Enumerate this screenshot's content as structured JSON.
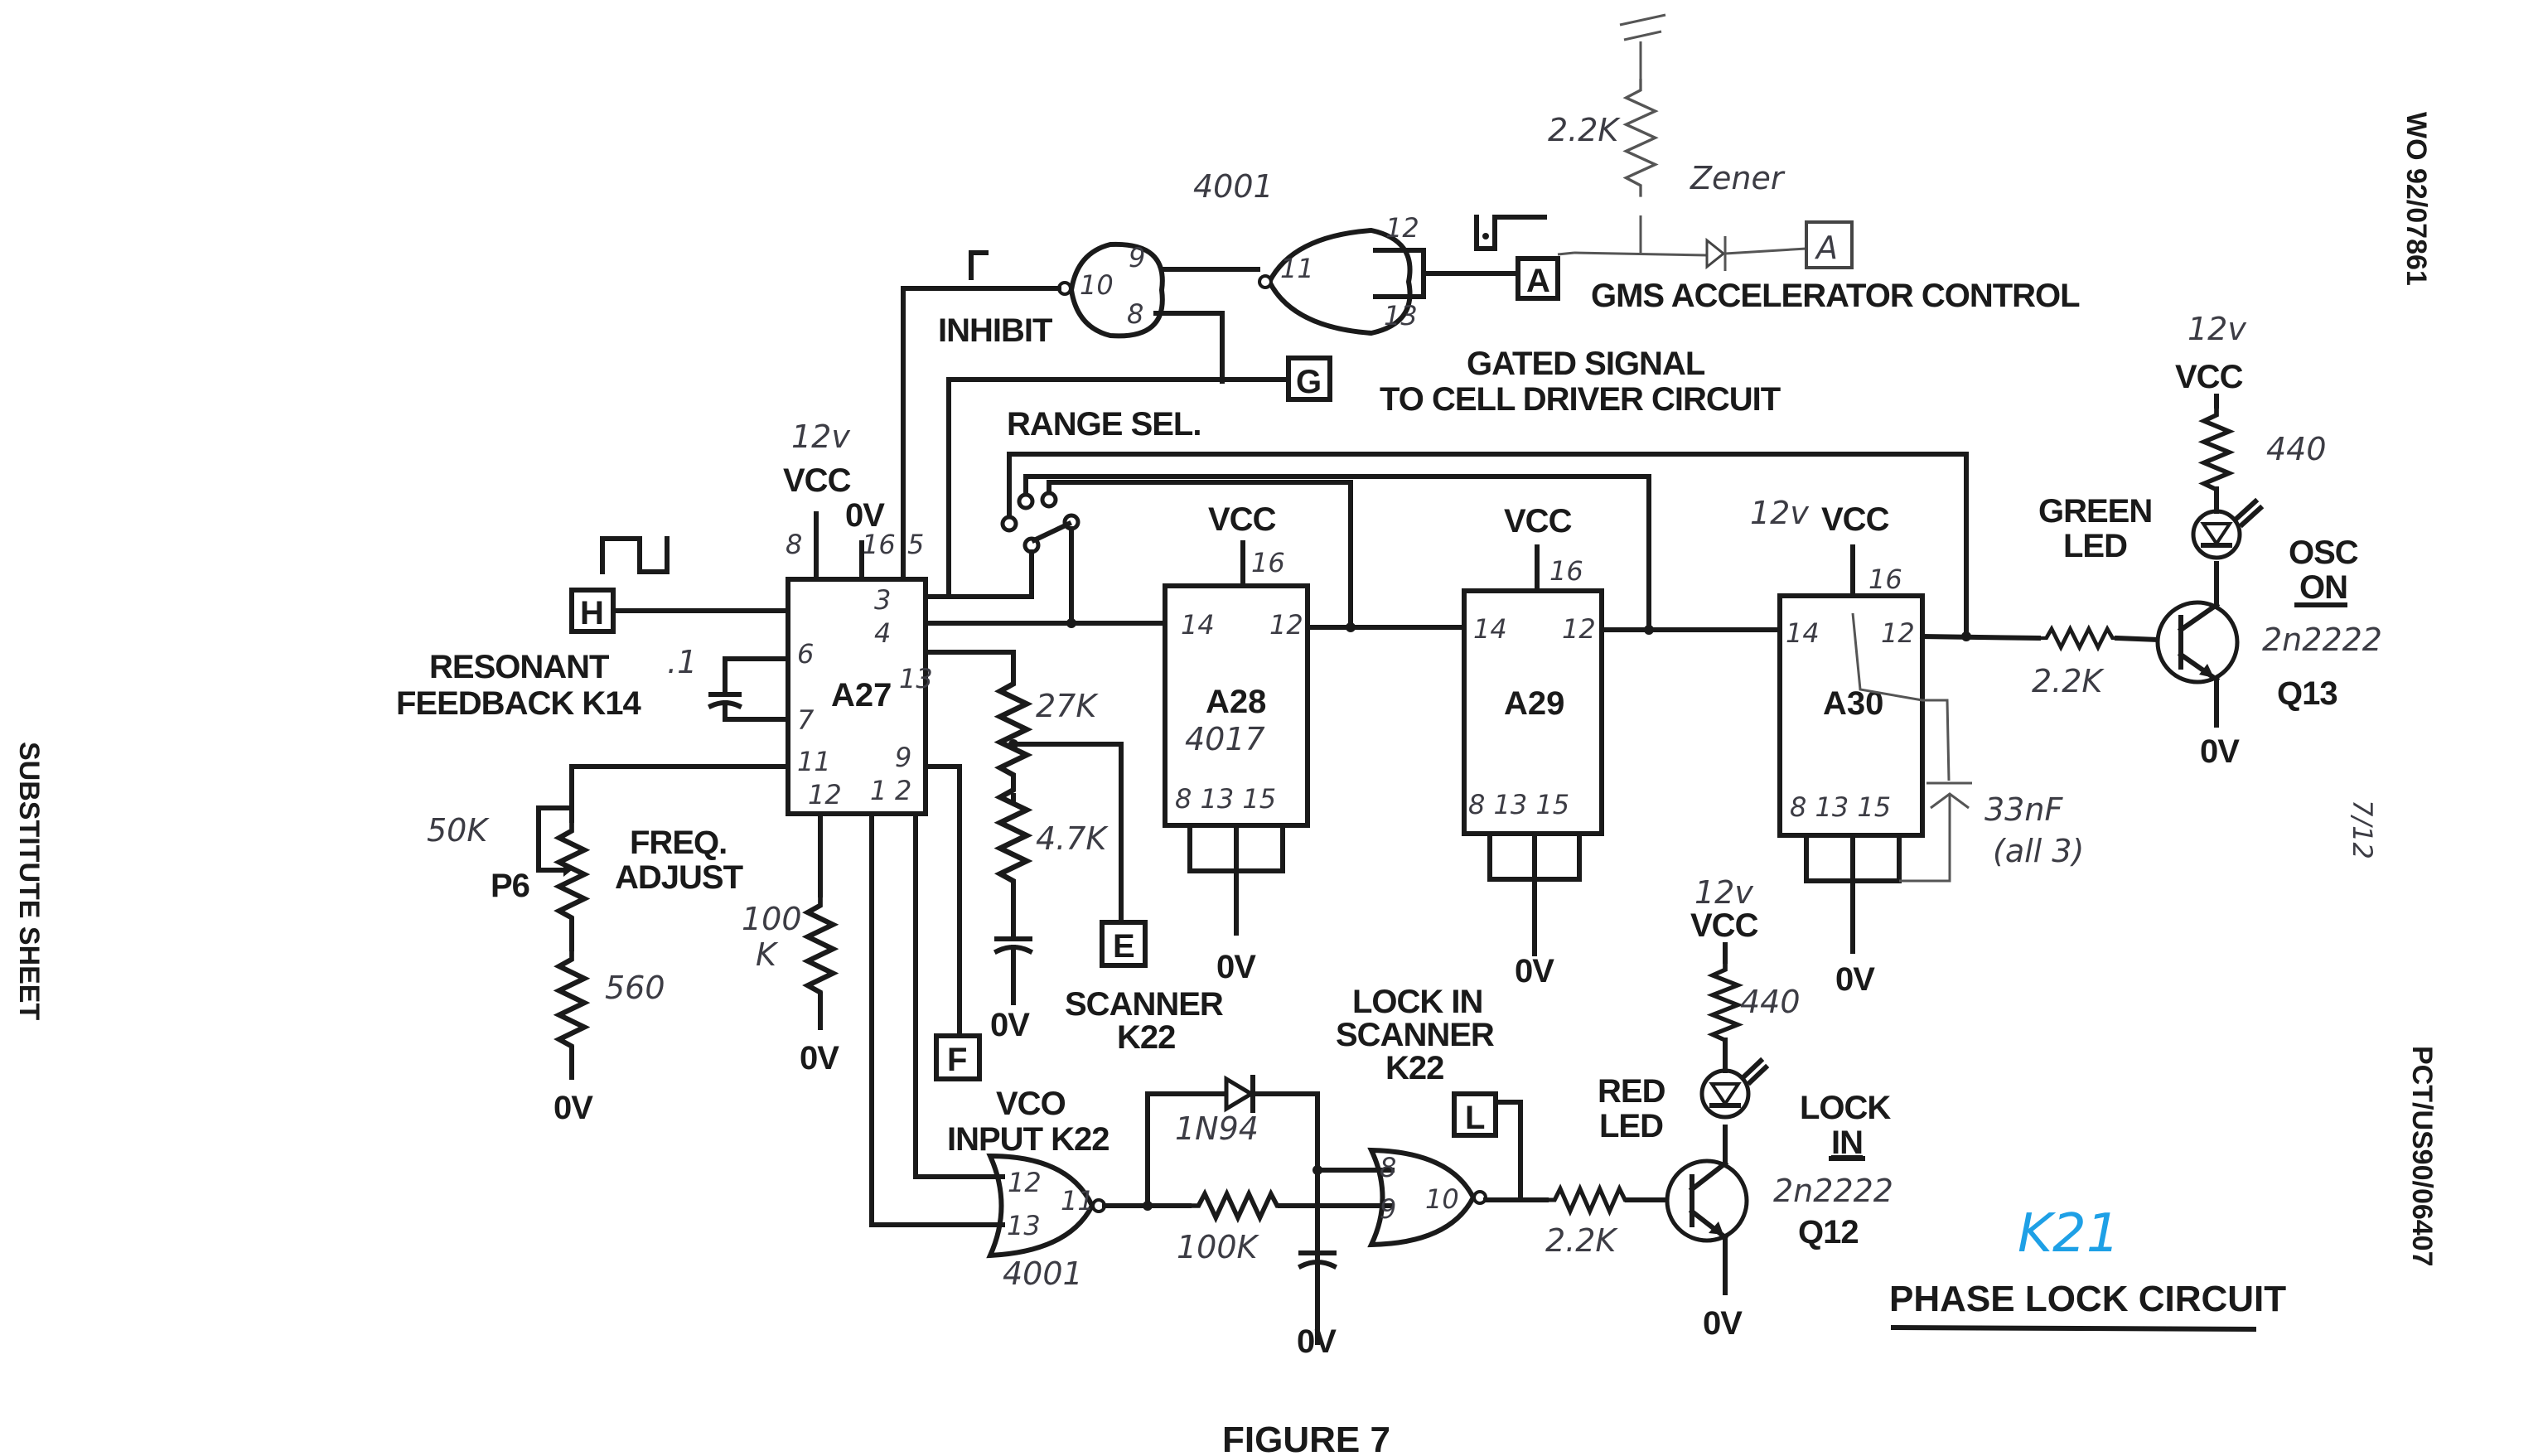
{
  "document": {
    "figure_label": "FIGURE 7",
    "circuit_title": "PHASE LOCK CIRCUIT",
    "left_margin_text": "SUBSTITUTE SHEET",
    "right_margin_top": "WO 92/07861",
    "right_margin_bottom": "PCT/US90/06407",
    "page_number": "7/12",
    "handwritten_tag": "K21",
    "tag_color": "#1ea0e6"
  },
  "chips": {
    "a27": {
      "label": "A27",
      "pins": {
        "p8": "8",
        "p16": "16",
        "p5": "5",
        "p3": "3",
        "p4": "4",
        "p13": "13",
        "p6": "6",
        "p7": "7",
        "p11": "11",
        "p9": "9",
        "p12": "12",
        "p1": "1",
        "p2": "2"
      }
    },
    "a28": {
      "label": "A28",
      "part": "4017",
      "pins": {
        "p16": "16",
        "p14": "14",
        "p12": "12",
        "bottom": "8 13 15"
      }
    },
    "a29": {
      "label": "A29",
      "pins": {
        "p16": "16",
        "p14": "14",
        "p12": "12",
        "bottom": "8 13 15"
      }
    },
    "a30": {
      "label": "A30",
      "pins": {
        "p16": "16",
        "p14": "14",
        "p12": "12",
        "bottom": "8 13 15"
      }
    }
  },
  "power": {
    "vcc": "VCC",
    "gnd": "0V",
    "v12": "12v"
  },
  "gates": {
    "inhibit_gate": {
      "pins": {
        "in1": "9",
        "in2": "8",
        "out": "10"
      }
    },
    "top_gate": {
      "part": "4001",
      "pins": {
        "in1": "12",
        "in2": "13",
        "out": "11"
      }
    },
    "vco_gate": {
      "part": "4001",
      "pins": {
        "in1": "12",
        "in2": "13",
        "out": "11"
      }
    },
    "lock_gate": {
      "pins": {
        "in1": "8",
        "in2": "9",
        "out": "10"
      }
    }
  },
  "connectors": {
    "a": "A",
    "a_hand": "A",
    "g": "G",
    "h": "H",
    "e": "E",
    "f": "F",
    "l": "L"
  },
  "labels": {
    "inhibit": "INHIBIT",
    "gms": "GMS ACCELERATOR CONTROL",
    "gated1": "GATED SIGNAL",
    "gated2": "TO CELL DRIVER CIRCUIT",
    "range_sel": "RANGE SEL.",
    "resonant1": "RESONANT",
    "resonant2": "FEEDBACK K14",
    "freq1": "FREQ.",
    "freq2": "ADJUST",
    "p6": "P6",
    "scanner1": "SCANNER",
    "scanner2": "K22",
    "lockin1": "LOCK IN",
    "lockin2": "SCANNER",
    "lockin3": "K22",
    "vco1": "VCO",
    "vco2": "INPUT K22",
    "green1": "GREEN",
    "green2": "LED",
    "osc1": "OSC",
    "osc2": "ON",
    "red1": "RED",
    "red2": "LED",
    "lock1": "LOCK",
    "lock2": "IN",
    "q13": "Q13",
    "q12": "Q12"
  },
  "components": {
    "r_top": "2.2K",
    "zener": "Zener",
    "cap_feedback": ".1",
    "pot": "50K",
    "r560": "560",
    "r100k_a": "100",
    "r100k_b": "K",
    "r27k": "27K",
    "r47k": "4.7K",
    "cap33": "33nF",
    "cap33_note": "(all 3)",
    "r_q13_base": "2.2K",
    "r_q13_led": "440",
    "q13_part": "2n2222",
    "r_q12_base": "2.2K",
    "r_q12_led": "440",
    "q12_part": "2n2222",
    "diode": "1N94",
    "r100k_vco": "100K"
  }
}
